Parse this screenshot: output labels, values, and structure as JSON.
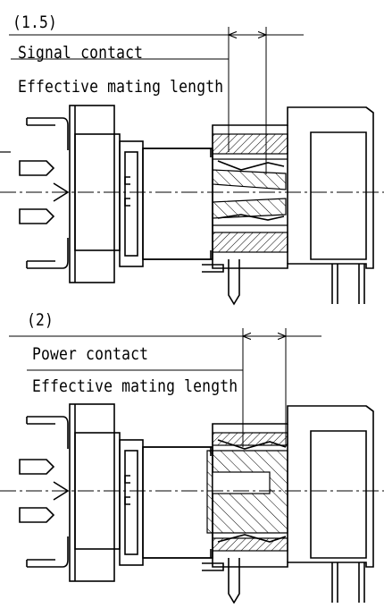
{
  "top": {
    "dimension": "(1.5)",
    "line1": "Signal contact",
    "line2": "Effective mating length"
  },
  "bottom": {
    "dimension": "(2)",
    "line1": "Power contact",
    "line2": "Effective mating length"
  }
}
